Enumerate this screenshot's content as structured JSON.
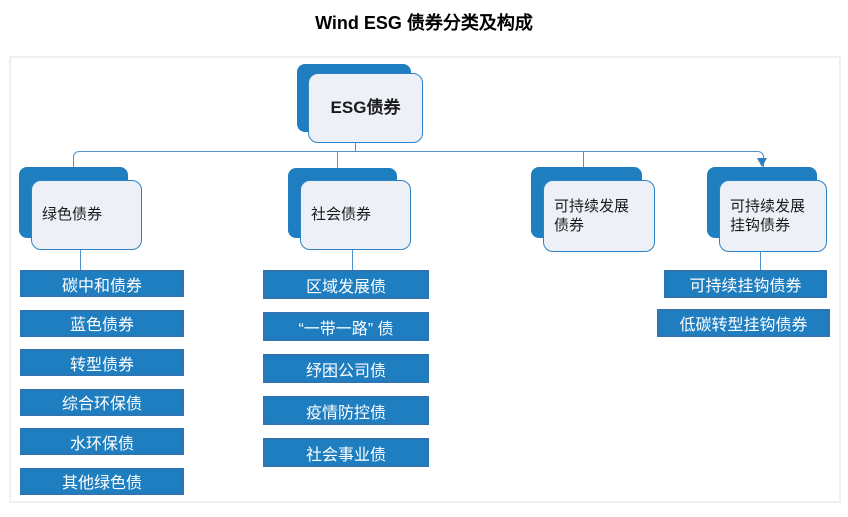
{
  "title": "Wind ESG 债券分类及构成",
  "root": {
    "label": "ESG债券"
  },
  "branches": [
    {
      "label": "绿色债券",
      "children": [
        "碳中和债券",
        "蓝色债券",
        "转型债券",
        "综合环保债",
        "水环保债",
        "其他绿色债"
      ]
    },
    {
      "label": "社会债券",
      "children": [
        "区域发展债",
        "“一带一路” 债",
        "纾困公司债",
        "疫情防控债",
        "社会事业债"
      ]
    },
    {
      "label": "可持续发展\n债券",
      "children": []
    },
    {
      "label": "可持续发展\n挂钩债券",
      "children": [
        "可持续挂钩债券",
        "低碳转型挂钩债券"
      ]
    }
  ],
  "colors": {
    "accent_blue": "#1F7EC0",
    "leaf_border": "#2E76B3",
    "card_fill": "#EDF1F7",
    "card_border": "#2E83C6",
    "connector": "#4E93CE",
    "arrow": "#2E7FC0",
    "frame_border": "#EFEFEF",
    "title_text": "#000000",
    "node_text": "#1A1A1A",
    "leaf_text": "#FFFFFF"
  }
}
